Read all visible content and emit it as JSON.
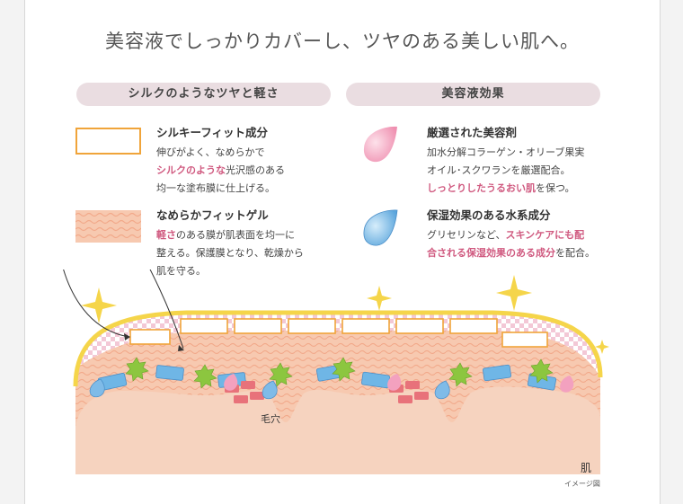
{
  "title": "美容液でしっかりカバーし、ツヤのある美しい肌へ。",
  "left_header": "シルクのようなツヤと軽さ",
  "right_header": "美容液効果",
  "silky": {
    "title": "シルキーフィット成分",
    "line1": "伸びがよく、なめらかで",
    "line2_pink": "シルクのような",
    "line2_rest": "光沢感のある",
    "line3": "均一な塗布膜に仕上げる。"
  },
  "gel": {
    "title": "なめらかフィットゲル",
    "line1_pink": "軽さ",
    "line1_rest": "のある膜が肌表面を均一に",
    "line2": "整える。保護膜となり、乾燥から",
    "line3": "肌を守る。"
  },
  "serum": {
    "title": "厳選された美容剤",
    "line1": "加水分解コラーゲン・オリーブ果実",
    "line2": "オイル･スクワランを厳選配合。",
    "line3_pink": "しっとりしたうるおい肌",
    "line3_rest": "を保つ。"
  },
  "moist": {
    "title": "保湿効果のある水系成分",
    "line1_plain": "グリセリンなど、",
    "line1_pink": "スキンケアにも配",
    "line2_pink": "合される保湿効果のある成分",
    "line2_rest": "を配合。"
  },
  "pore_label": "毛穴",
  "skin_label": "肌",
  "image_note": "イメージ図",
  "colors": {
    "orange": "#f0a43a",
    "pink_text": "#d05a80",
    "skin": "#f6d3bf",
    "gel": "#f7c9b0",
    "yellow": "#f5d54a",
    "pill": "#eadde1"
  }
}
